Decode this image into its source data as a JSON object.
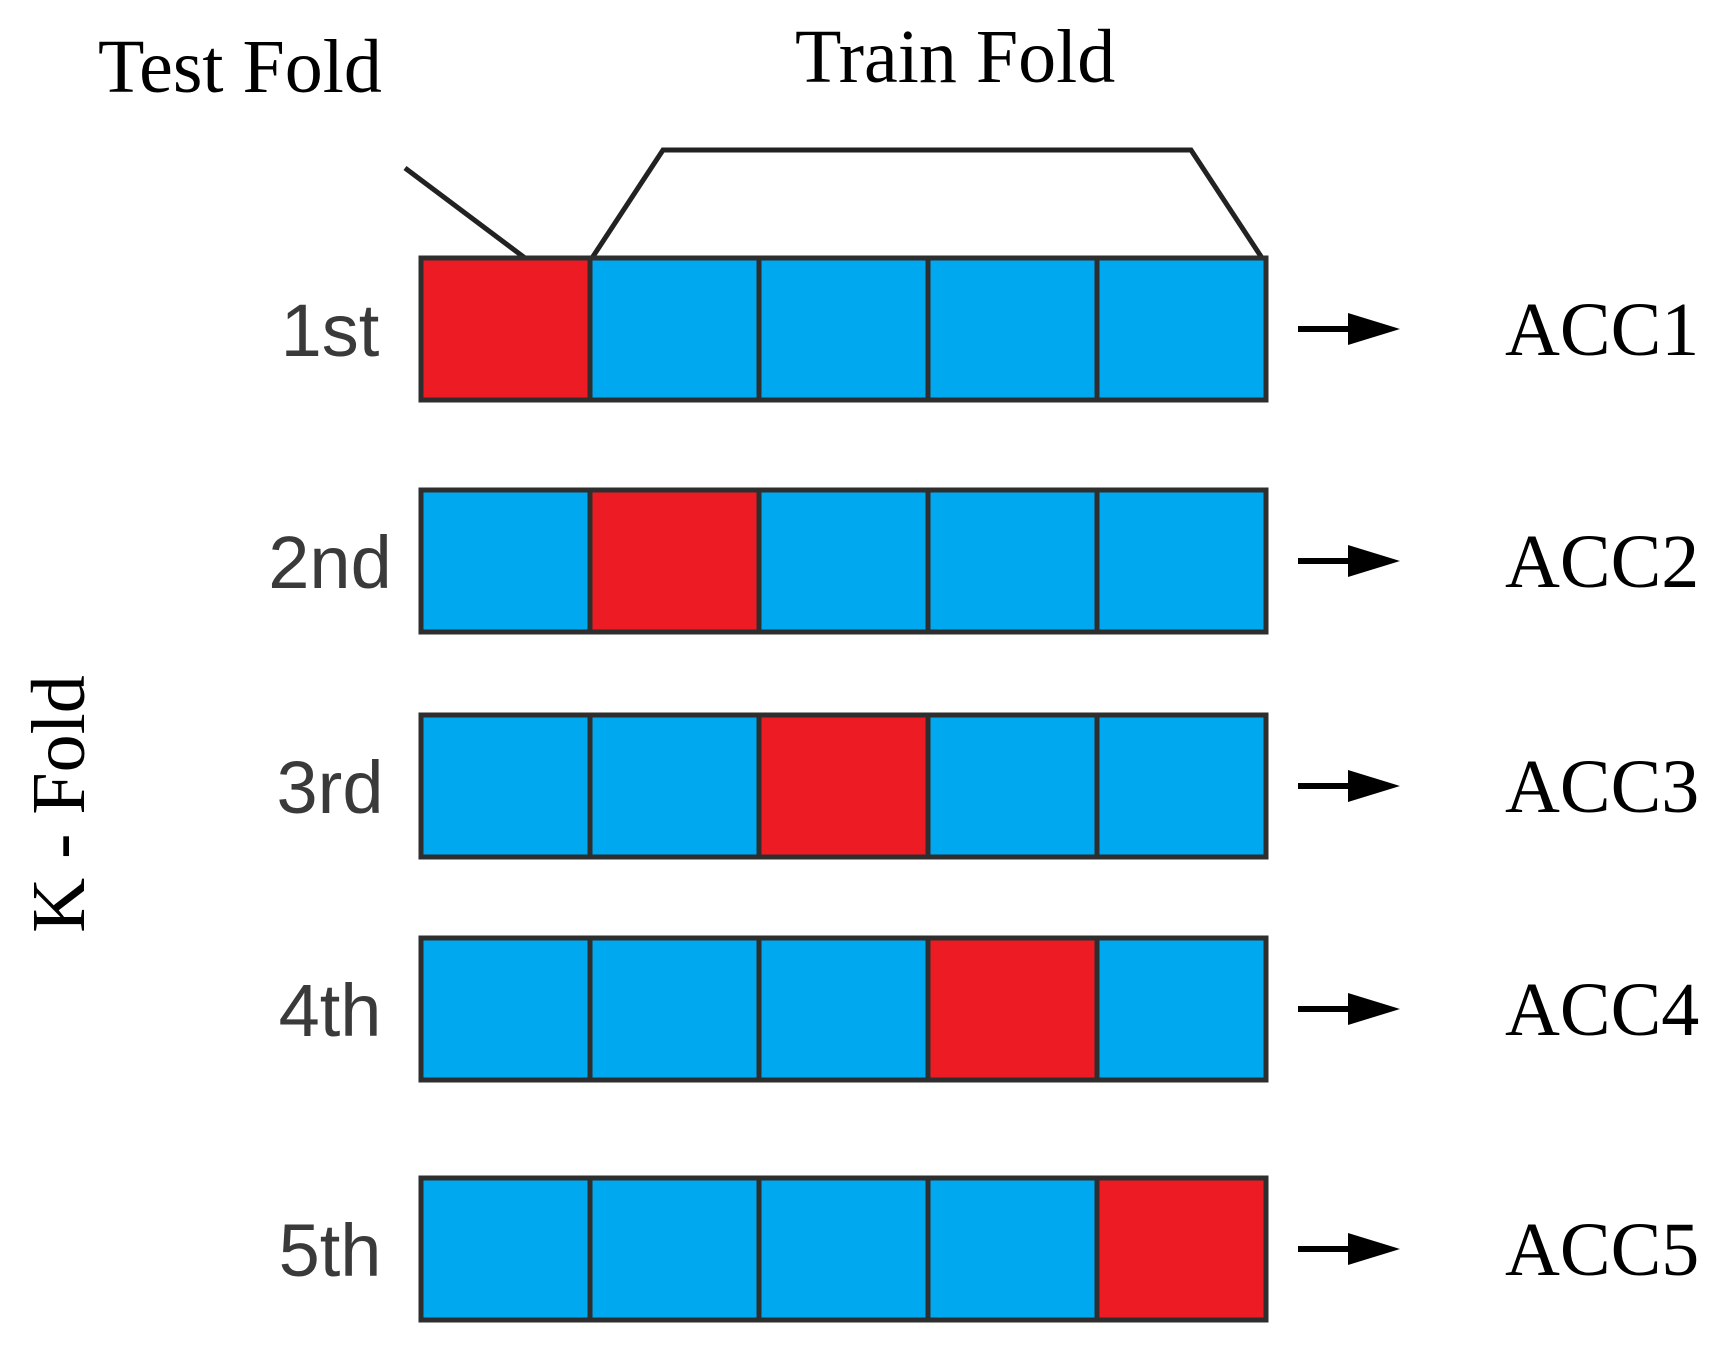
{
  "diagram": {
    "test_fold_label": "Test Fold",
    "train_fold_label": "Train Fold",
    "kfold_label": "K - Fold",
    "colors": {
      "test": "#ed1c24",
      "train": "#00a8f0",
      "border": "#2e2e2e",
      "text": "#000000",
      "row_label": "#3a3a3a"
    },
    "folds_per_row": 5,
    "rows": [
      {
        "label": "1st",
        "test_index": 0,
        "result": "ACC1"
      },
      {
        "label": "2nd",
        "test_index": 1,
        "result": "ACC2"
      },
      {
        "label": "3rd",
        "test_index": 2,
        "result": "ACC3"
      },
      {
        "label": "4th",
        "test_index": 3,
        "result": "ACC4"
      },
      {
        "label": "5th",
        "test_index": 4,
        "result": "ACC5"
      }
    ]
  }
}
